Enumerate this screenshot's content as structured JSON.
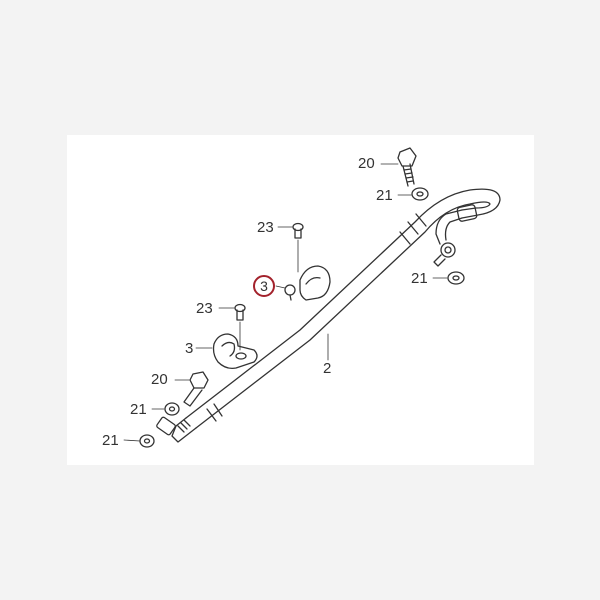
{
  "diagram": {
    "background": "#f3f3f3",
    "panel_color": "#ffffff",
    "highlight_color": "#a3222c",
    "parts": [
      {
        "id": "p20-top",
        "number": "20",
        "name": "flange-bolt"
      },
      {
        "id": "p21-top",
        "number": "21",
        "name": "sealing-washer"
      },
      {
        "id": "p21-right",
        "number": "21",
        "name": "sealing-washer"
      },
      {
        "id": "p23-upper",
        "number": "23",
        "name": "screw"
      },
      {
        "id": "p3-upper",
        "number": "3",
        "name": "clamp",
        "highlighted": true
      },
      {
        "id": "p23-lower",
        "number": "23",
        "name": "screw"
      },
      {
        "id": "p3-lower",
        "number": "3",
        "name": "clamp"
      },
      {
        "id": "p2",
        "number": "2",
        "name": "hose"
      },
      {
        "id": "p20-bottom",
        "number": "20",
        "name": "flange-bolt"
      },
      {
        "id": "p21-mid",
        "number": "21",
        "name": "sealing-washer"
      },
      {
        "id": "p21-bottom",
        "number": "21",
        "name": "sealing-washer"
      }
    ]
  }
}
